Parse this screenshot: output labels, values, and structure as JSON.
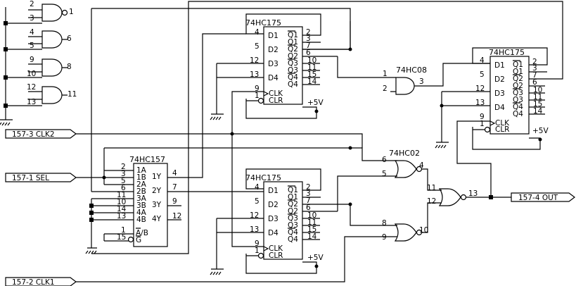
{
  "chips": {
    "u1": {
      "title": "74HC175",
      "d1": "D1",
      "d2": "D2",
      "d3": "D3",
      "d4": "D4",
      "q1": "Q1",
      "q1n": "Q1",
      "q2": "Q2",
      "q2n": "Q2",
      "q3": "Q3",
      "q3n": "Q3",
      "q4": "Q4",
      "q4n": "Q4",
      "clk": "CLK",
      "clr": "CLR",
      "p4": "4",
      "p5": "5",
      "p12": "12",
      "p13": "13",
      "p9": "9",
      "p1": "1",
      "p2": "2",
      "p3": "3",
      "p7": "7",
      "p6": "6",
      "p10": "10",
      "p11": "11",
      "p15": "15",
      "p14": "14",
      "vcc": "+5V"
    },
    "u2": {
      "title": "74HC175",
      "d1": "D1",
      "d2": "D2",
      "d3": "D3",
      "d4": "D4",
      "q1": "Q1",
      "q1n": "Q1",
      "q2": "Q2",
      "q2n": "Q2",
      "q3": "Q3",
      "q3n": "Q3",
      "q4": "Q4",
      "q4n": "Q4",
      "clk": "CLK",
      "clr": "CLR",
      "p4": "4",
      "p5": "5",
      "p12": "12",
      "p13": "13",
      "p9": "9",
      "p1": "1",
      "p2": "2",
      "p3": "3",
      "p7": "7",
      "p6": "6",
      "p10": "10",
      "p11": "11",
      "p15": "15",
      "p14": "14",
      "vcc": "+5V"
    },
    "u3": {
      "title": "74HC175",
      "d1": "D1",
      "d2": "D2",
      "d3": "D3",
      "d4": "D4",
      "q1": "Q1",
      "q1n": "Q1",
      "q2": "Q2",
      "q2n": "Q2",
      "q3": "Q3",
      "q3n": "Q3",
      "q4": "Q4",
      "q4n": "Q4",
      "clk": "CLK",
      "clr": "CLR",
      "p4": "4",
      "p5": "5",
      "p12": "12",
      "p13": "13",
      "p9": "9",
      "p1": "1",
      "p2": "2",
      "p3": "3",
      "p7": "7",
      "p6": "6",
      "p10": "10",
      "p11": "11",
      "p15": "15",
      "p14": "14",
      "vcc": "+5V"
    },
    "mux": {
      "title": "74HC157",
      "a1": "1A",
      "b1": "1B",
      "a2": "2A",
      "b2": "2B",
      "a3": "3A",
      "b3": "3B",
      "a4": "4A",
      "b4": "4B",
      "y1": "1Y",
      "y2": "2Y",
      "y3": "3Y",
      "y4": "4Y",
      "ab": "A/B",
      "g": "G",
      "p2": "2",
      "p3": "3",
      "p5": "5",
      "p6": "6",
      "p11": "11",
      "p10": "10",
      "p14": "14",
      "p13": "13",
      "p1": "1",
      "p15": "15",
      "p4": "4",
      "p7": "7",
      "p9": "9",
      "p12": "12"
    }
  },
  "gates": {
    "and": {
      "title": "74HC08",
      "p1": "1",
      "p2": "2",
      "p3": "3"
    },
    "nor": {
      "title": "74HC02",
      "p6": "6",
      "p5": "5",
      "p4": "4",
      "p11": "11",
      "p12": "12",
      "p13": "13",
      "p8": "8",
      "p9": "9",
      "p10": "10"
    },
    "unused": {
      "p2": "2",
      "p3": "3",
      "p1": "1",
      "p4": "4",
      "p5": "5",
      "p6": "6",
      "p9": "9",
      "p10": "10",
      "p8": "8",
      "p12": "12",
      "p13": "13",
      "p11": "11"
    }
  },
  "signals": {
    "clk2": "157-3 CLK2",
    "sel": "157-1 SEL",
    "clk1": "157-2 CLK1",
    "out": "157-4 OUT"
  }
}
